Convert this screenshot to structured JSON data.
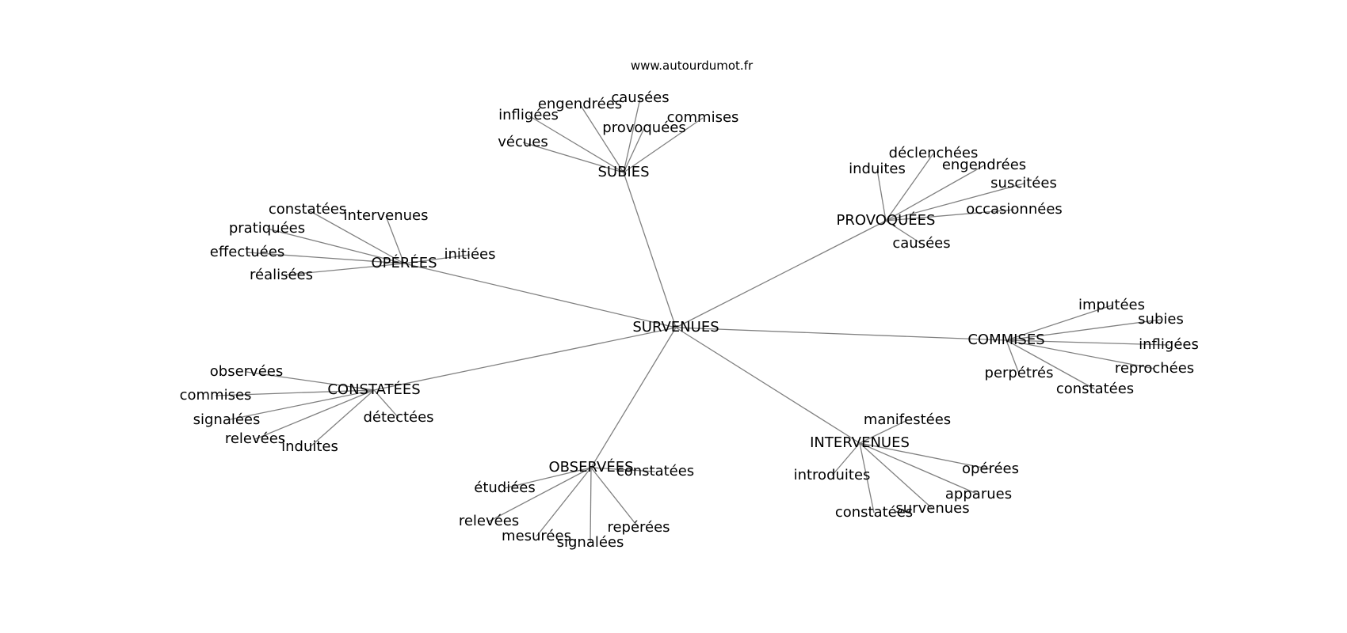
{
  "watermark": "www.autourdumot.fr",
  "graph": {
    "center": "SURVENUES",
    "clusters": [
      {
        "id": "subies",
        "label": "SUBIES",
        "leaves": [
          "infligées",
          "engendrées",
          "causées",
          "commises",
          "provoquées",
          "vécues"
        ]
      },
      {
        "id": "provoquees",
        "label": "PROVOQUÉES",
        "leaves": [
          "induites",
          "déclenchées",
          "engendrées",
          "suscitées",
          "occasionnées",
          "causées"
        ]
      },
      {
        "id": "operees",
        "label": "OPÉRÉES",
        "leaves": [
          "constatées",
          "intervenues",
          "pratiquées",
          "effectuées",
          "réalisées",
          "initiées"
        ]
      },
      {
        "id": "commises",
        "label": "COMMISES",
        "leaves": [
          "imputées",
          "subies",
          "infligées",
          "reprochées",
          "perpétrés",
          "constatées"
        ]
      },
      {
        "id": "constatees",
        "label": "CONSTATÉES",
        "leaves": [
          "observées",
          "commises",
          "signalées",
          "relevées",
          "induites",
          "détectées"
        ]
      },
      {
        "id": "intervenues",
        "label": "INTERVENUES",
        "leaves": [
          "manifestées",
          "introduites",
          "opérées",
          "apparues",
          "constatées",
          "survenues"
        ]
      },
      {
        "id": "observees",
        "label": "OBSERVÉES",
        "leaves": [
          "constatées",
          "étudiées",
          "relevées",
          "mesurées",
          "signalées",
          "repérées"
        ]
      }
    ]
  }
}
